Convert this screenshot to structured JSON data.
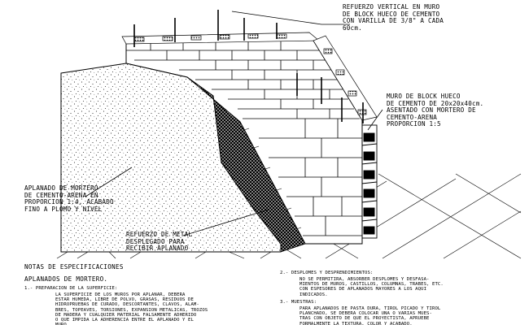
{
  "labels": {
    "refuerzo_vertical": "REFUERZO VERTICAL EN MURO\nDE BLOCK HUECO DE CEMENTO\nCON VARILLA DE 3/8\" A CADA\n60cm.",
    "muro_block": "MURO DE BLOCK HUECO\nDE CEMENTO DE 20x20x40cm.\nASENTADO CON MORTERO DE\nCEMENTO-ARENA\nPROPORCION 1:5",
    "aplanado": "APLANADO DE MORTERO\nDE CEMENTO-ARENA EN\nPROPORCION 1:4, ACABADO\nFINO A PLOMO Y NIVEL",
    "refuerzo_metal": "REFUERZO DE METAL\nDESPLEGADO PARA\nRECIBIR APLANADO"
  },
  "notes": {
    "title": "NOTAS DE ESPECIFICACIONES",
    "subtitle": "APLANADOS DE MORTERO.",
    "item1_heading": "1.- PREPARACION DE LA SUPERFICIE:",
    "item1_body": "LA SUPERFICIE DE LOS MUROS POR APLANAR, DEBERA\nESTAR HUMEDA, LIBRE DE POLVO, GRASAS, RESIDUOS DE\nHIDROPRUEBAS DE CURADO, DESCORTANTES, CLAVOS, ALAM-\nBRES, TOPEAVES, TORSIONES, EXPANSION METALICAS, TROZOS\nDE MADERA Y CUALQUIER MATERIAL FALSAMENTE ADHERIDO\nO QUE IMPIDA LA ADHERENCIA ENTRE EL APLANADO Y EL\nMURO.",
    "item2_heading": "2.- DESPLOMES Y DESPRENDIMIENTOS:",
    "item2_body": "NO SE PERMITIRA, ABSORBER DESPLOMES Y DESFASA-\nMIENTOS DE MUROS, CASTILLOS, COLUMNAS, TRABES, ETC.\nCON ESPESORES DE APLANADOS MAYORES A LOS AQUI\nINDICADOS.",
    "item3_heading": "3.- MUESTRAS:",
    "item3_body": "PARA APLANADOS DE PASTA DURA, TIROL PICADO Y TIROL\nPLANCHADO, SE DEBERA COLOCAR UNA O VARIAS MUES-\nTRAS CON OBJETO DE QUE EL PROYECTISTA, APRUEBE\nFORMALMENTE LA TEXTURA, COLOR Y ACABADO."
  }
}
